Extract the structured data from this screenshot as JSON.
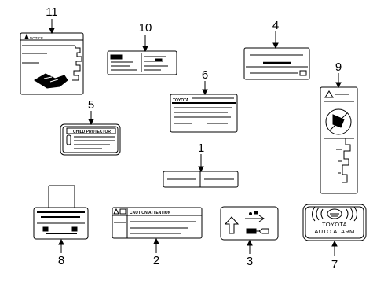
{
  "callouts": [
    "1",
    "2",
    "3",
    "4",
    "5",
    "6",
    "7",
    "8",
    "9",
    "10",
    "11"
  ],
  "labels": {
    "notice": "NOTICE",
    "child_protector": "CHILD PROTECTOR",
    "toyota": "TOYOTA",
    "caution_attention": "CAUTION ATTENTION",
    "alarm_line1": "TOYOTA",
    "alarm_line2": "AUTO ALARM"
  }
}
